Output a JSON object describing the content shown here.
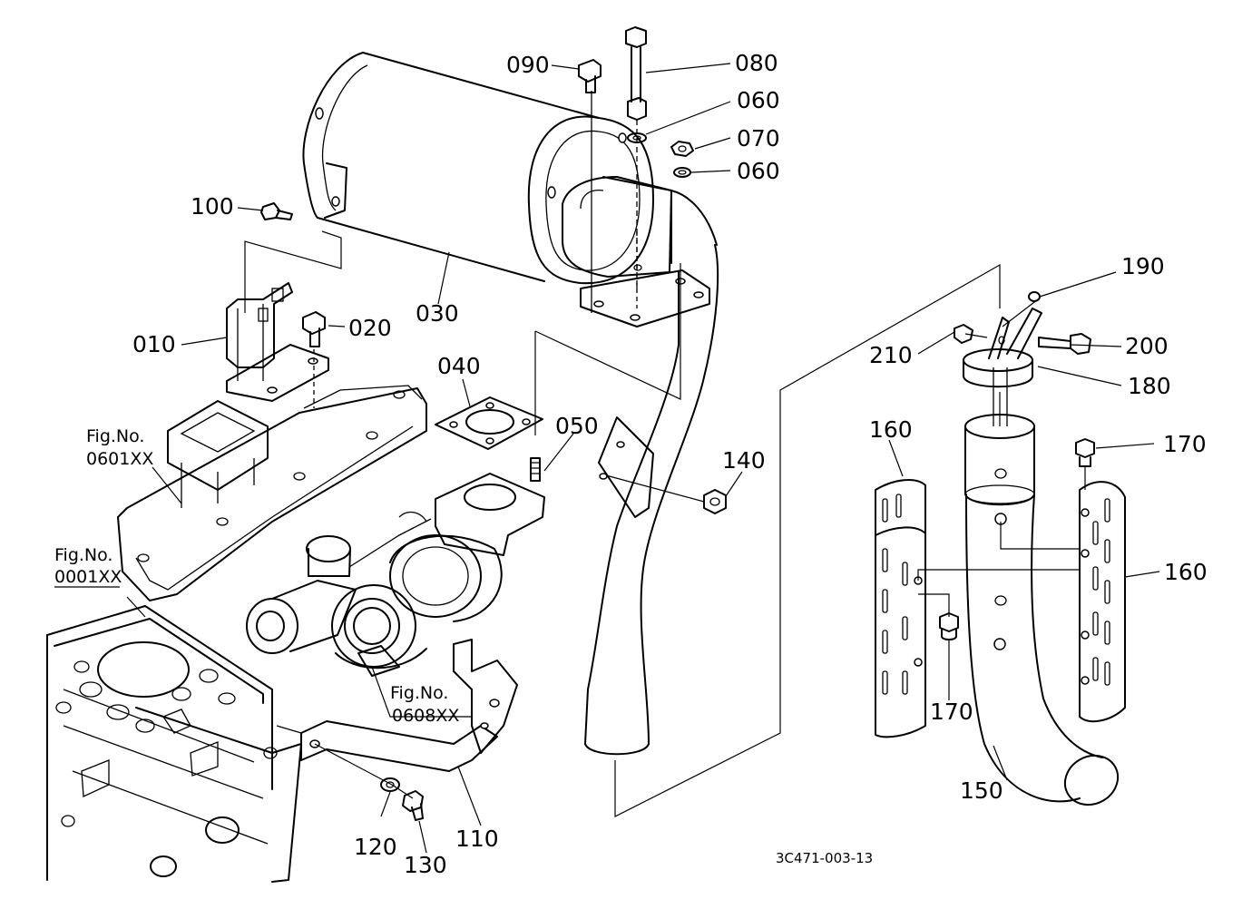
{
  "labels": {
    "p010": "010",
    "p020": "020",
    "p030": "030",
    "p040": "040",
    "p050": "050",
    "p060a": "060",
    "p060b": "060",
    "p070": "070",
    "p080": "080",
    "p090": "090",
    "p100": "100",
    "p110": "110",
    "p120": "120",
    "p130": "130",
    "p140": "140",
    "p150": "150",
    "p160a": "160",
    "p160b": "160",
    "p170a": "170",
    "p170b": "170",
    "p180": "180",
    "p190": "190",
    "p200": "200",
    "p210": "210"
  },
  "figrefs": {
    "fig_prefix": "Fig.No.",
    "ref_0601": "0601XX",
    "ref_0001": "0001XX",
    "ref_0608": "0608XX"
  },
  "drawing_code": "3C471-003-13"
}
